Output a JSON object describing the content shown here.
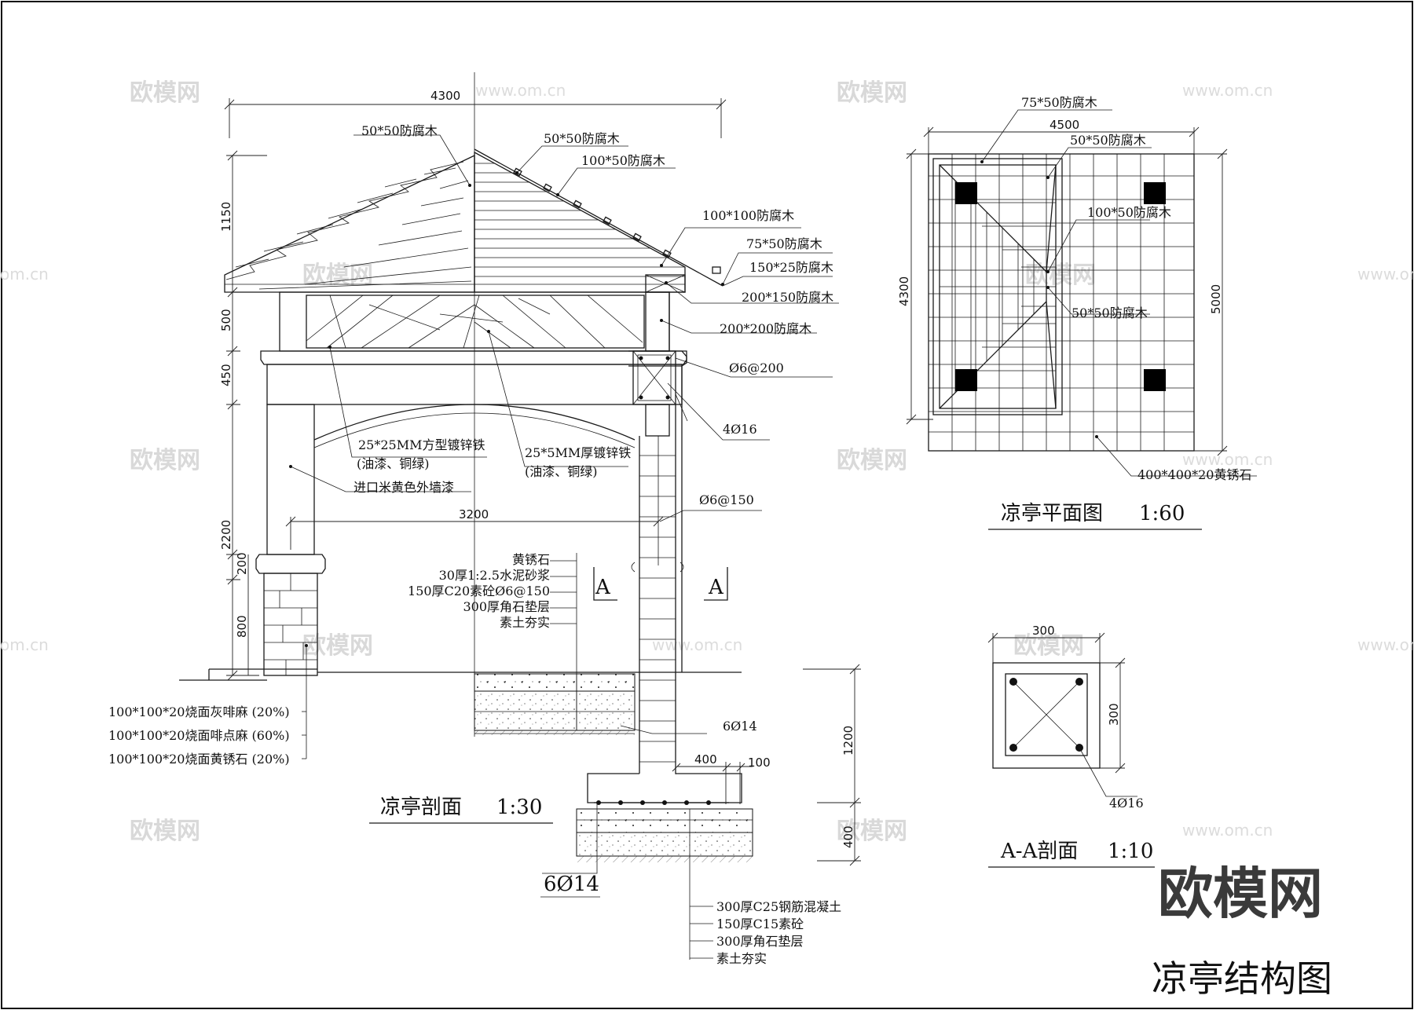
{
  "section": {
    "title": "凉亭剖面",
    "scale": "1:30",
    "dims": {
      "width_top": "4300",
      "roof_h": "1150",
      "frieze_h": "500",
      "beam_h": "450",
      "col_h": "2200",
      "base_cap": "200",
      "base_h": "800",
      "span": "3200",
      "footing_h": "1200",
      "footing_base": "400",
      "footing_w": "400",
      "footing_edge": "100"
    },
    "labels": {
      "t1": "50*50防腐木",
      "t2": "50*50防腐木",
      "t3": "100*50防腐木",
      "t4": "100*100防腐木",
      "t5": "75*50防腐木",
      "t6": "150*25防腐木",
      "t7": "200*150防腐木",
      "t8": "200*200防腐木",
      "t9": "Ø6@200",
      "t10": "4Ø16",
      "t11a": "25*25MM方型镀锌铁",
      "t11b": "(油漆、铜绿)",
      "t12a": "25*5MM厚镀锌铁",
      "t12b": "(油漆、铜绿)",
      "t13": "进口米黄色外墙漆",
      "t14": "Ø6@150",
      "t15": "6Ø14",
      "t16": "6Ø14"
    },
    "floor_layers": [
      "黄锈石",
      "30厚1:2.5水泥砂浆",
      "150厚C20素砼Ø6@150",
      "300厚角石垫层",
      "素土夯实"
    ],
    "base_layers": [
      "100*100*20烧面灰啡麻 (20%)",
      "100*100*20烧面啡点麻 (60%)",
      "100*100*20烧面黄锈石 (20%)"
    ],
    "footing_layers": [
      "300厚C25钢筋混凝土",
      "150厚C15素砼",
      "300厚角石垫层",
      "素土夯实"
    ],
    "cut_mark": "A"
  },
  "plan": {
    "title": "凉亭平面图",
    "scale": "1:60",
    "dims": {
      "top": "4500",
      "left": "4300",
      "right": "5000"
    },
    "labels": {
      "p1": "75*50防腐木",
      "p2": "50*50防腐木",
      "p3": "100*50防腐木",
      "p4": "50*50防腐木",
      "p5": "400*400*20黄锈石"
    }
  },
  "aa": {
    "title": "A-A剖面",
    "scale": "1:10",
    "dims": {
      "top": "300",
      "right": "300"
    },
    "label": "4Ø16"
  },
  "watermarks": {
    "cn": "欧模网",
    "url": "www.om.cn",
    "url_short": "om.cn"
  },
  "brand": "欧模网",
  "sheet_title": "凉亭结构图"
}
